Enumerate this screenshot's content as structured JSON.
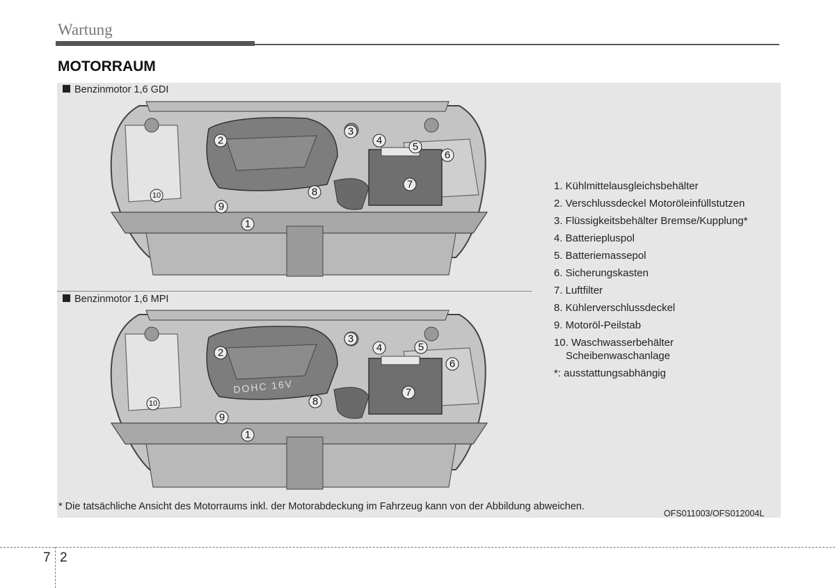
{
  "header": {
    "section": "Wartung",
    "title": "MOTORRAUM"
  },
  "figures": [
    {
      "caption": "Benzinmotor 1,6 GDI",
      "callouts": [
        "1",
        "2",
        "3",
        "4",
        "5",
        "6",
        "7",
        "8",
        "9",
        "10"
      ]
    },
    {
      "caption": "Benzinmotor 1,6 MPI",
      "cover_text": "DOHC 16V",
      "callouts": [
        "1",
        "2",
        "3",
        "4",
        "5",
        "6",
        "7",
        "8",
        "9",
        "10"
      ]
    }
  ],
  "legend": {
    "items": [
      "1. Kühlmittelausgleichsbehälter",
      "2. Verschlussdeckel Motoröleinfüllstutzen",
      "3. Flüssigkeitsbehälter Bremse/Kupplung*",
      "4. Batteriepluspol",
      "5. Batteriemassepol",
      "6. Sicherungskasten",
      "7. Luftfilter",
      "8. Kühlerverschlussdeckel",
      "9. Motoröl-Peilstab"
    ],
    "item10_line1": "10. Waschwasserbehälter",
    "item10_line2": "Scheibenwaschanlage",
    "footnote": "*: ausstattungsabhängig"
  },
  "note": "* Die tatsächliche Ansicht des Motorraums inkl. der Motorabdeckung im Fahrzeug kann von der Abbildung abweichen.",
  "image_code": "OFS011003/OFS012004L",
  "footer": {
    "chapter": "7",
    "page": "2"
  }
}
